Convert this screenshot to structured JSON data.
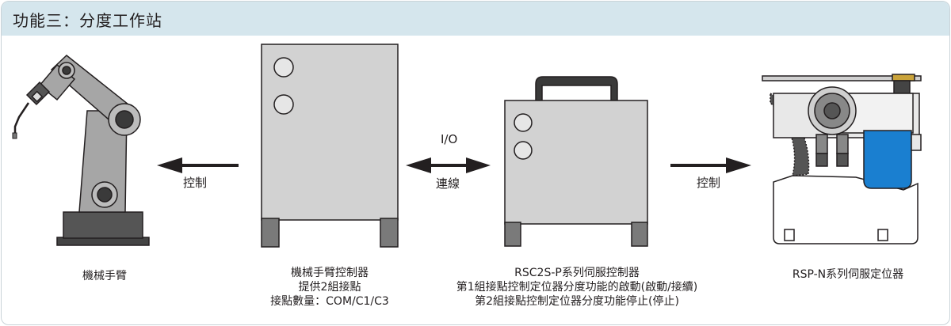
{
  "title": "功能三：分度工作站",
  "robot_arm": {
    "label": "機械手臂"
  },
  "robot_controller": {
    "lines": [
      "機械手臂控制器",
      "提供2組接點",
      "接點數量：COM/C1/C3"
    ]
  },
  "servo_controller": {
    "lines": [
      "RSC2S-P系列伺服控制器",
      "第1組接點控制定位器分度功能的啟動(啟動/接續)",
      "第2組接點控制定位器分度功能停止(停止)"
    ]
  },
  "positioner": {
    "label": "RSP-N系列伺服定位器"
  },
  "arrows": {
    "control_left": "控制",
    "io_top": "I/O",
    "io_bottom": "連線",
    "control_right": "控制"
  },
  "colors": {
    "title_bar": "#d5e6ed",
    "cabinet_gray": "#d2d2d2",
    "dark_gray": "#555555",
    "accent_blue": "#1a7fd0"
  }
}
